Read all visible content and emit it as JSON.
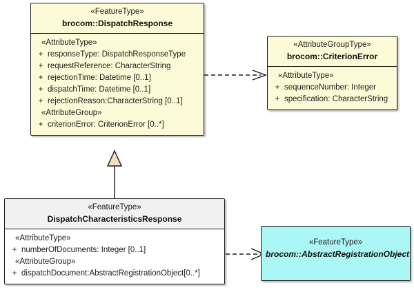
{
  "diagram": {
    "type": "uml-class-diagram",
    "background": "#ffffff",
    "colors": {
      "feature_type_fill": "#fdfbd7",
      "response_fill": "#ffffff",
      "response_header_fill": "#f1f1f1",
      "abstract_fill": "#aaf7f5",
      "line": "#1a1a1a",
      "generalization_fill": "#f5debb"
    }
  },
  "classes": {
    "dispatch_response": {
      "stereotype": "«FeatureType»",
      "name": "brocom::DispatchResponse",
      "sections": [
        {
          "label": "«AttributeType»",
          "attributes": [
            {
              "visibility": "+",
              "text": "responseType: DispatchResponseType"
            },
            {
              "visibility": "+",
              "text": "requestReference: CharacterString"
            },
            {
              "visibility": "+",
              "text": "rejectionTime: Datetime [0..1]"
            },
            {
              "visibility": "+",
              "text": "dispatchTime: Datetime [0..1]"
            },
            {
              "visibility": "+",
              "text": "rejectionReason:CharacterString [0..1]"
            }
          ]
        },
        {
          "label": "«AttributeGroup»",
          "attributes": [
            {
              "visibility": "+",
              "text": "criterionError: CriterionError [0..*]"
            }
          ]
        }
      ]
    },
    "criterion_error": {
      "stereotype": "«AttributeGroupType»",
      "name": "brocom::CriterionError",
      "sections": [
        {
          "label": "«AttributeType»",
          "attributes": [
            {
              "visibility": "+",
              "text": "sequenceNumber: Integer"
            },
            {
              "visibility": "+",
              "text": "specification: CharacterString"
            }
          ]
        }
      ]
    },
    "dispatch_characteristics_response": {
      "stereotype": "«FeatureType»",
      "name": "DispatchCharacteristicsResponse",
      "sections": [
        {
          "label": "«AttributeType»",
          "attributes": [
            {
              "visibility": "+",
              "text": "numberOfDocuments: Integer [0..1]"
            }
          ]
        },
        {
          "label": "«AttributeGroup»",
          "attributes": [
            {
              "visibility": "+",
              "text": "dispatchDocument:AbstractRegistrationObject[0..*]"
            }
          ]
        }
      ]
    },
    "abstract_registration_object": {
      "stereotype": "«FeatureType»",
      "name": "brocom::AbstractRegistrationObject",
      "abstract": true,
      "sections": []
    }
  },
  "relationships": [
    {
      "kind": "dependency",
      "style": "dashed-open-arrow",
      "from": "dispatch_response",
      "to": "criterion_error"
    },
    {
      "kind": "generalization",
      "style": "solid-hollow-triangle",
      "from": "dispatch_characteristics_response",
      "to": "dispatch_response"
    },
    {
      "kind": "dependency",
      "style": "dashed-open-arrow",
      "from": "dispatch_characteristics_response",
      "to": "abstract_registration_object"
    }
  ]
}
